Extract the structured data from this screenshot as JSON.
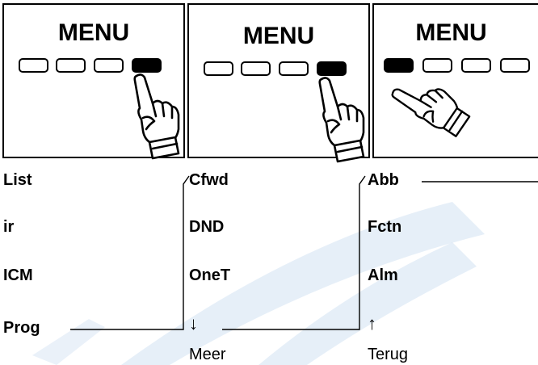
{
  "panels": [
    {
      "title": "MENU",
      "active_key": 4
    },
    {
      "title": "MENU",
      "active_key": 4
    },
    {
      "title": "MENU",
      "active_key": 1
    }
  ],
  "columns": [
    {
      "items": [
        "List",
        "ir",
        "ICM",
        "Prog"
      ]
    },
    {
      "items": [
        "Cfwd",
        "DND",
        "OneT"
      ],
      "more_arrow": "↓",
      "more_label": "Meer"
    },
    {
      "items": [
        "Abb",
        "Fctn",
        "Alm"
      ],
      "back_arrow": "↑",
      "back_label": "Terug"
    }
  ],
  "icons": {
    "pointer": "pointing-hand-icon"
  },
  "colors": {
    "watermark": "#c9dcef",
    "ink": "#000000"
  }
}
